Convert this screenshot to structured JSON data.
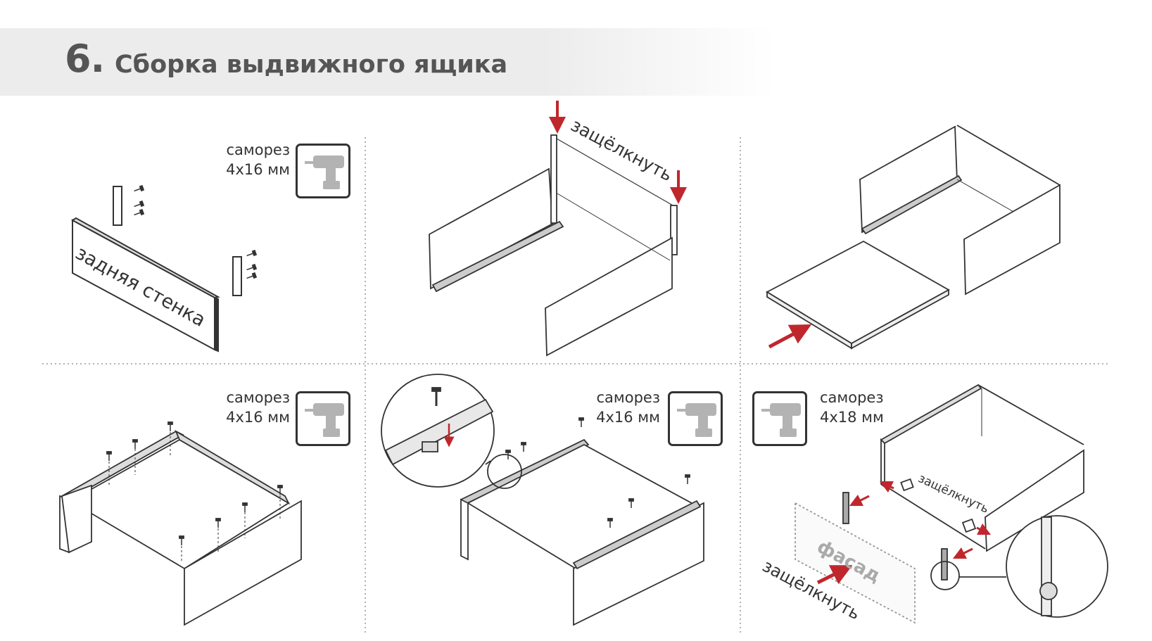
{
  "header": {
    "step_number": "6.",
    "title": "Сборка выдвижного ящика"
  },
  "panels": {
    "p1": {
      "screw_line1": "саморез",
      "screw_line2": "4x16 мм",
      "board_label": "задняя стенка"
    },
    "p2": {
      "action": "защёлкнуть"
    },
    "p3": {},
    "p4": {
      "screw_line1": "саморез",
      "screw_line2": "4x16 мм"
    },
    "p5": {
      "screw_line1": "саморез",
      "screw_line2": "4x16 мм"
    },
    "p6": {
      "screw_line1": "саморез",
      "screw_line2": "4x18 мм",
      "action_top": "защёлкнуть",
      "facade_label": "фасад",
      "action_bottom": "защёлкнуть"
    }
  },
  "icons": {
    "drill": "drill-icon",
    "arrow": "red-arrow-icon"
  },
  "colors": {
    "accent": "#c0272d",
    "line": "#333333",
    "header_bg": "#ebeceb",
    "icon_gray": "#b3b3b3"
  }
}
